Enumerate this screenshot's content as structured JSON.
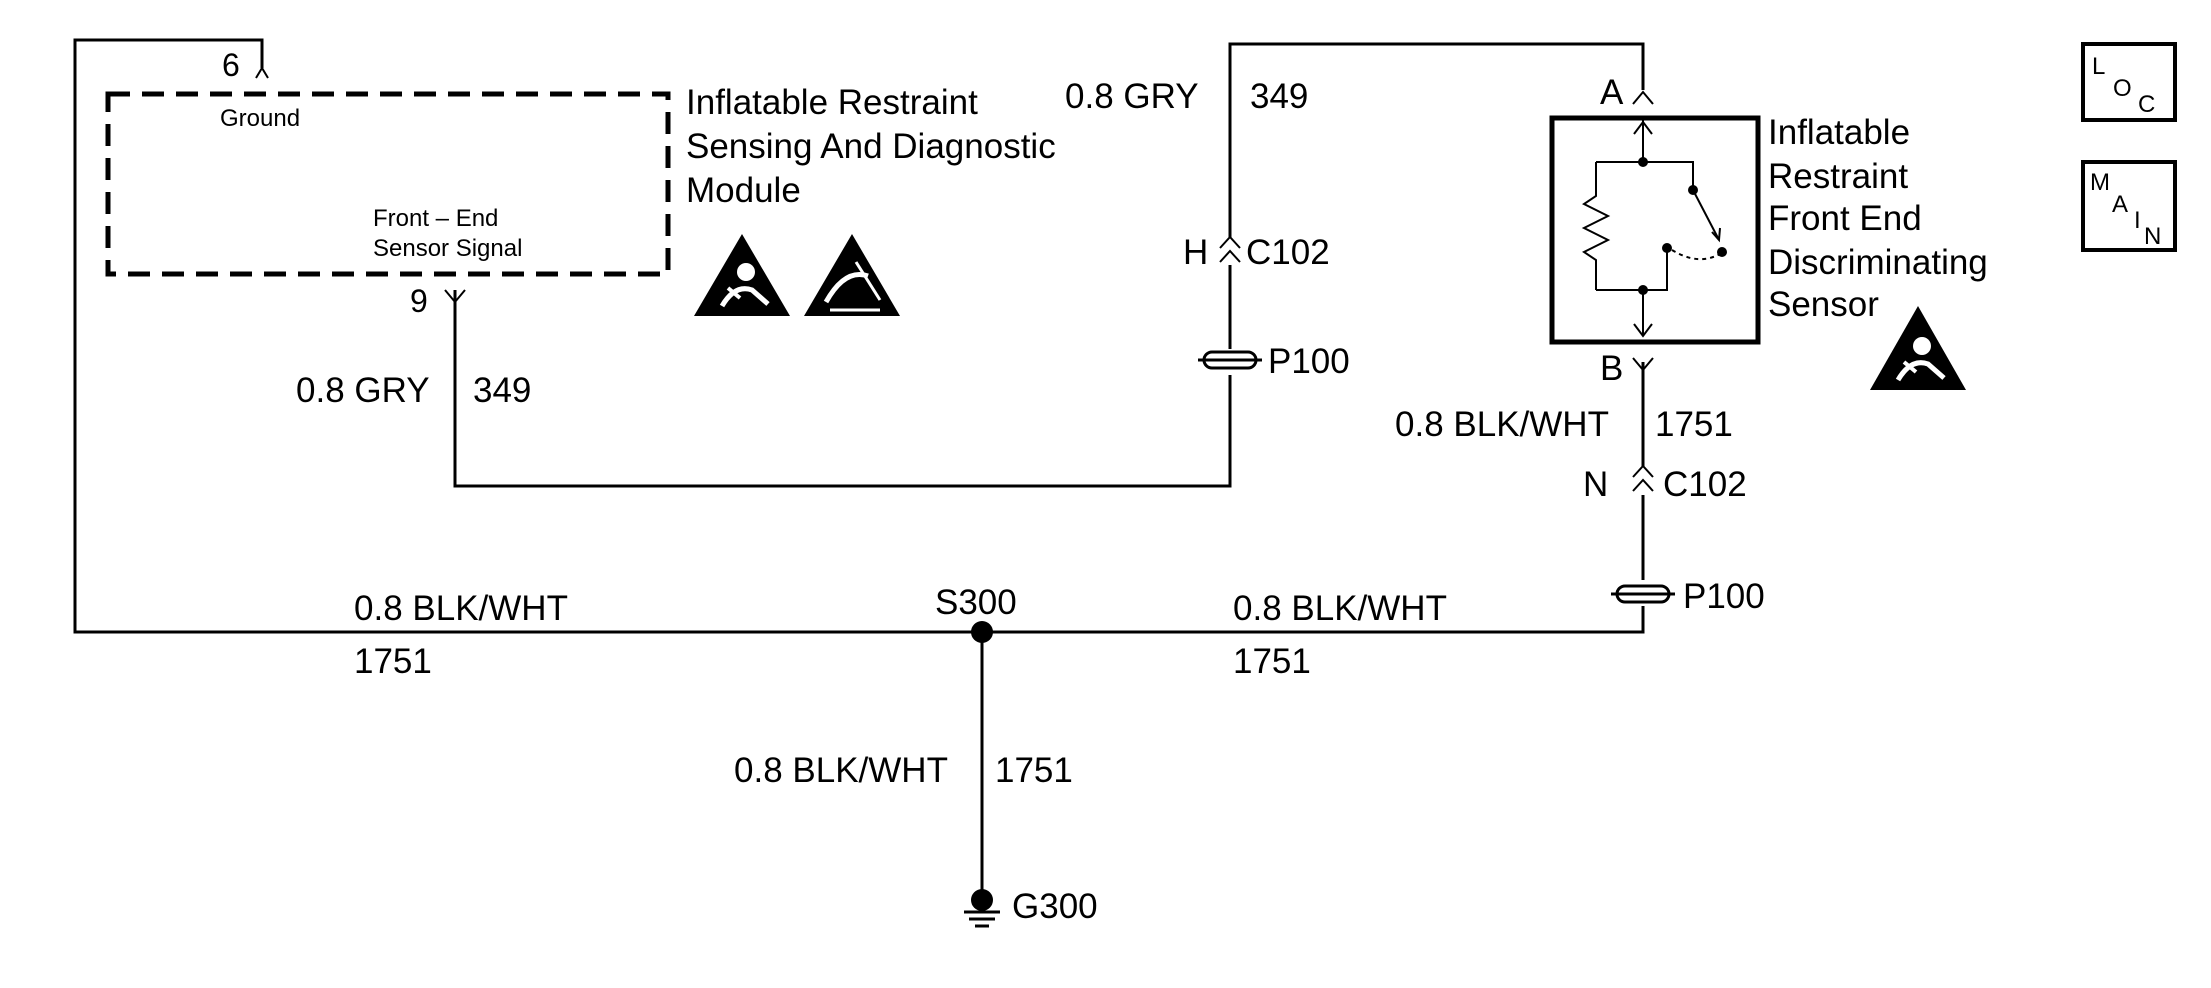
{
  "module": {
    "title_lines": [
      "Inflatable Restraint",
      "Sensing And Diagnostic",
      "Module"
    ],
    "ground_label": "Ground",
    "sensor_signal_lines": [
      "Front – End",
      "Sensor Signal"
    ],
    "pin_ground": "6",
    "pin_signal": "9"
  },
  "sensor": {
    "title_lines": [
      "Inflatable",
      "Restraint",
      "Front End",
      "Discriminating",
      "Sensor"
    ],
    "pin_a": "A",
    "pin_b": "B"
  },
  "wires": {
    "module_signal_size": "0.8 GRY",
    "module_signal_circuit": "349",
    "sensor_a_size": "0.8 GRY",
    "sensor_a_circuit": "349",
    "sensor_b_size": "0.8 BLK/WHT",
    "sensor_b_circuit": "1751",
    "ground_left_size": "0.8 BLK/WHT",
    "ground_left_circuit": "1751",
    "ground_right_size": "0.8 BLK/WHT",
    "ground_right_circuit": "1751",
    "ground_drop_size": "0.8 BLK/WHT",
    "ground_drop_circuit": "1751"
  },
  "connectors": {
    "c102_h_pin": "H",
    "c102_h_name": "C102",
    "c102_n_pin": "N",
    "c102_n_name": "C102",
    "p100_upper": "P100",
    "p100_lower": "P100"
  },
  "splice": {
    "name": "S300"
  },
  "ground": {
    "name": "G300"
  },
  "icons": {
    "loc": {
      "letters": [
        "L",
        "O",
        "C"
      ],
      "name": "location-icon"
    },
    "main": {
      "letters": [
        "M",
        "A",
        "I",
        "N"
      ],
      "name": "main-page-icon"
    },
    "warning": [
      "airbag-warning-icon",
      "esd-warning-icon",
      "airbag-warning-icon"
    ]
  }
}
